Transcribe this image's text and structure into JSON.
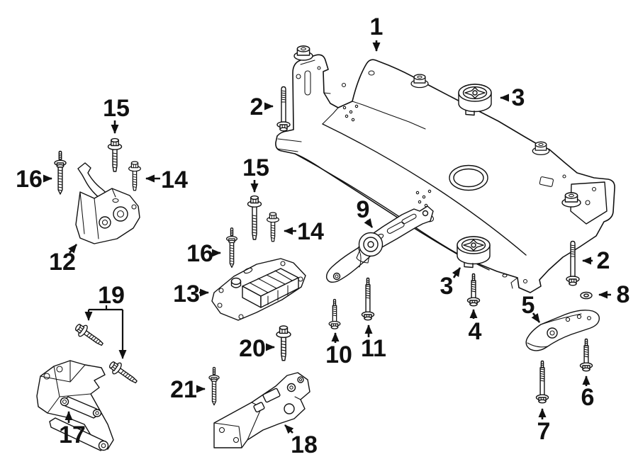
{
  "figure": {
    "kind": "exploded-parts-diagram",
    "background": "#ffffff",
    "line_color": "#111111",
    "text_color": "#111111"
  },
  "callouts": {
    "c1": {
      "label": "1"
    },
    "c2a": {
      "label": "2"
    },
    "c2b": {
      "label": "2"
    },
    "c3a": {
      "label": "3"
    },
    "c3b": {
      "label": "3"
    },
    "c4": {
      "label": "4"
    },
    "c5": {
      "label": "5"
    },
    "c6": {
      "label": "6"
    },
    "c7": {
      "label": "7"
    },
    "c8": {
      "label": "8"
    },
    "c9": {
      "label": "9"
    },
    "c10": {
      "label": "10"
    },
    "c11": {
      "label": "11"
    },
    "c12": {
      "label": "12"
    },
    "c13": {
      "label": "13"
    },
    "c14a": {
      "label": "14"
    },
    "c14b": {
      "label": "14"
    },
    "c15a": {
      "label": "15"
    },
    "c15b": {
      "label": "15"
    },
    "c16a": {
      "label": "16"
    },
    "c16b": {
      "label": "16"
    },
    "c17": {
      "label": "17"
    },
    "c18": {
      "label": "18"
    },
    "c19": {
      "label": "19"
    },
    "c20": {
      "label": "20"
    },
    "c21": {
      "label": "21"
    }
  },
  "part_numbers_visible": [
    "1",
    "2",
    "3",
    "4",
    "5",
    "6",
    "7",
    "8",
    "9",
    "10",
    "11",
    "12",
    "13",
    "14",
    "15",
    "16",
    "17",
    "18",
    "19",
    "20",
    "21"
  ]
}
